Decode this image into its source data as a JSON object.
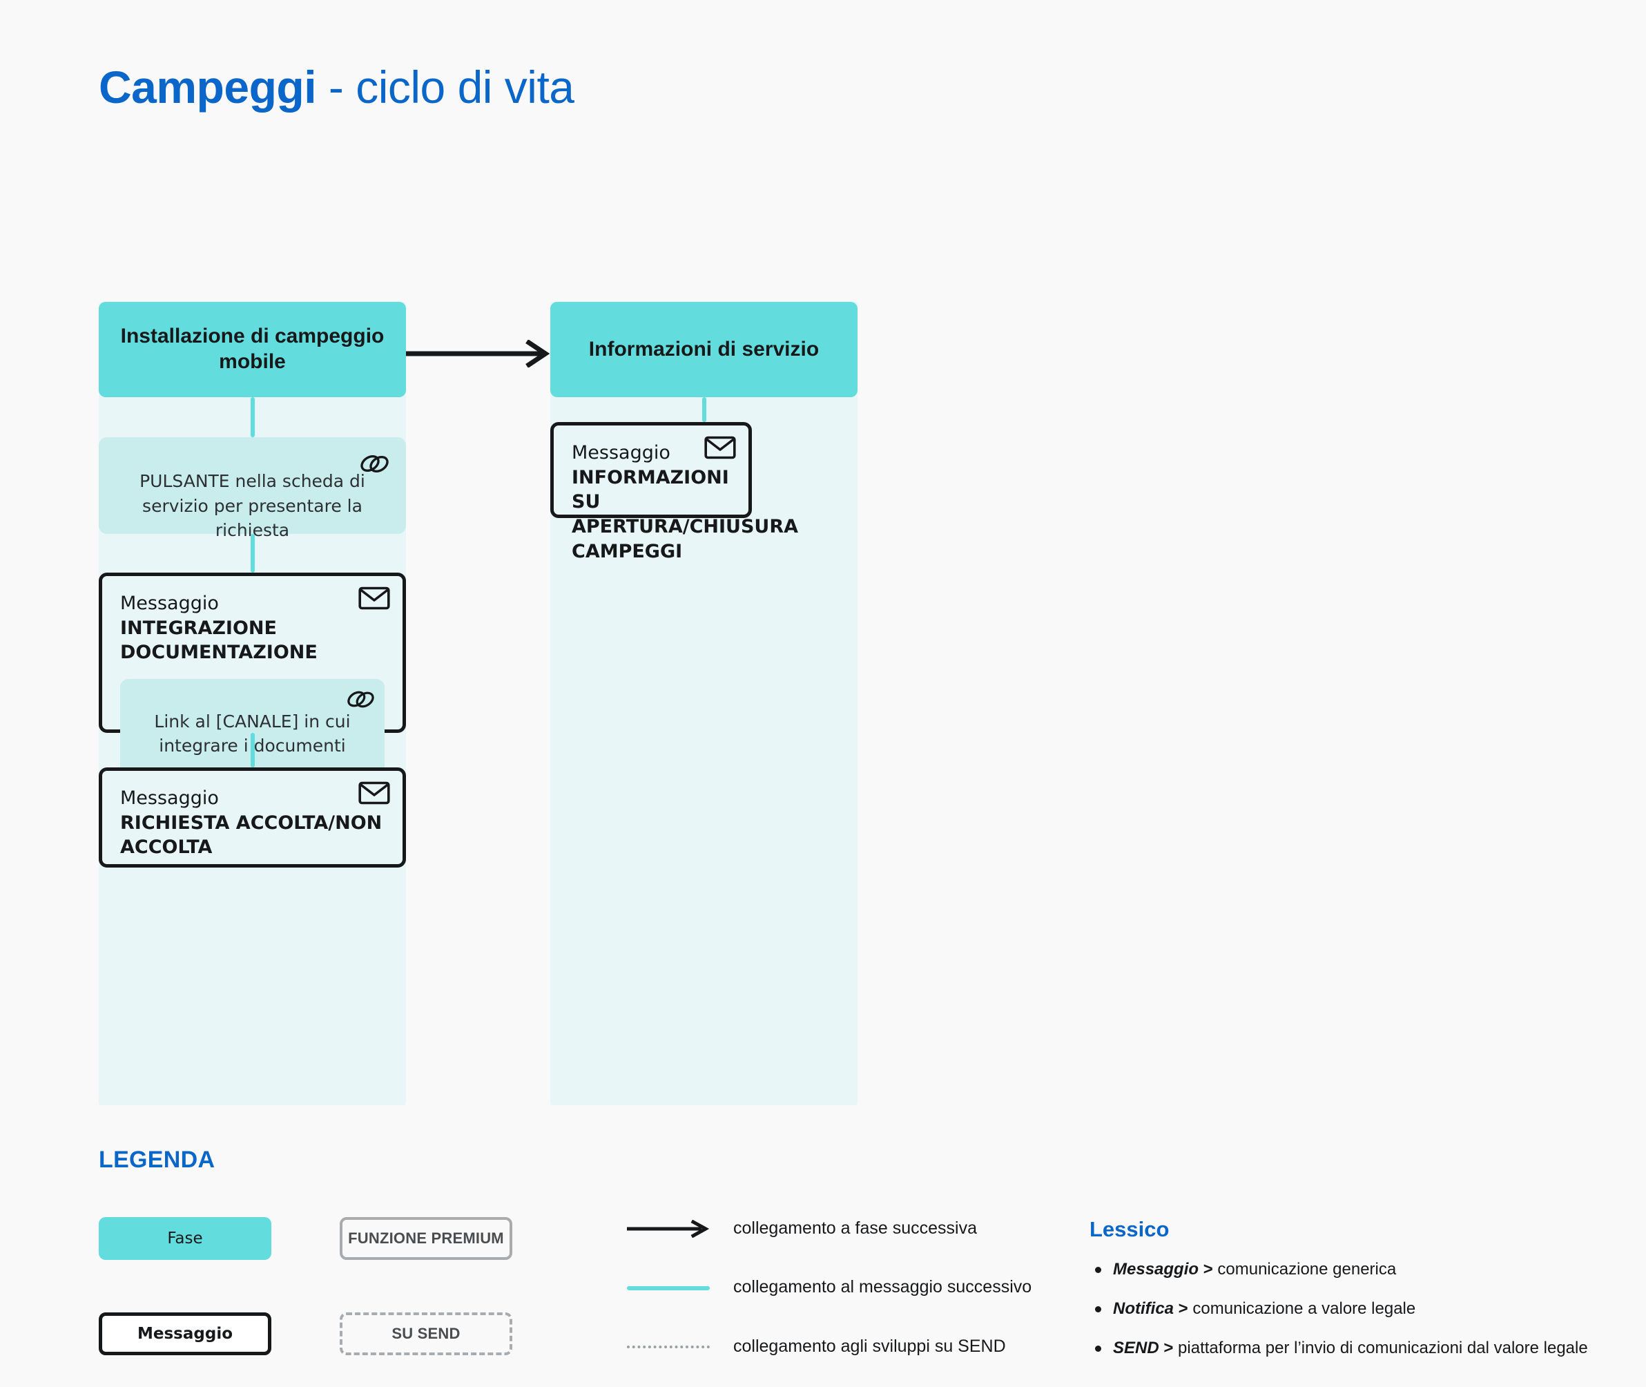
{
  "title": {
    "bold": "Campeggi",
    "rest": " - ciclo di vita"
  },
  "colors": {
    "brand_blue": "#0a66c8",
    "phase_teal": "#62dcdc",
    "column_bg": "#e9f6f8",
    "premium_card": "#c9edec",
    "ink": "#17181a",
    "muted_gray": "#a9acaf",
    "page_bg": "#f9f9f9"
  },
  "flow": {
    "columns": [
      {
        "phase_label": "Installazione di campeggio mobile",
        "nodes": [
          {
            "kind": "premium",
            "icon": "link-icon",
            "text": "PULSANTE nella scheda di servizio per presentare la richiesta"
          },
          {
            "kind": "message",
            "icon": "envelope-icon",
            "kicker": "Messaggio",
            "title": "INTEGRAZIONE DOCUMENTAZIONE",
            "nested": {
              "kind": "premium",
              "icon": "link-icon",
              "text": "Link al [CANALE] in cui integrare i documenti"
            }
          },
          {
            "kind": "message",
            "icon": "envelope-icon",
            "kicker": "Messaggio",
            "title": "RICHIESTA ACCOLTA/NON ACCOLTA"
          }
        ]
      },
      {
        "phase_label": "Informazioni di servizio",
        "nodes": [
          {
            "kind": "message",
            "icon": "envelope-icon",
            "kicker": "Messaggio",
            "title": "INFORMAZIONI SU APERTURA/CHIUSURA CAMPEGGI"
          }
        ]
      }
    ],
    "phase_connector": {
      "icon": "arrow-right-icon",
      "from": "Installazione di campeggio mobile",
      "to": "Informazioni di servizio"
    }
  },
  "legend": {
    "heading": "LEGENDA",
    "shapes": [
      {
        "label": "Fase",
        "style": "filled-teal"
      },
      {
        "label": "FUNZIONE PREMIUM",
        "style": "gray-outline"
      },
      {
        "label": "Messaggio",
        "style": "black-outline"
      },
      {
        "label": "SU SEND",
        "style": "gray-dashed"
      }
    ],
    "lines": [
      {
        "icon": "arrow-right-icon",
        "label": "collegamento a fase successiva"
      },
      {
        "icon": "teal-line-icon",
        "label": "collegamento al messaggio successivo"
      },
      {
        "icon": "dotted-line-icon",
        "label": "collegamento agli sviluppi su SEND"
      }
    ]
  },
  "lessico": {
    "heading": "Lessico",
    "items": [
      {
        "term": "Messaggio",
        "sep": " > ",
        "definition": "comunicazione generica"
      },
      {
        "term": "Notifica",
        "sep": " > ",
        "definition": "comunicazione a valore legale"
      },
      {
        "term": "SEND",
        "sep": " > ",
        "definition": "piattaforma per  l’invio di comunicazioni dal valore legale"
      }
    ]
  }
}
